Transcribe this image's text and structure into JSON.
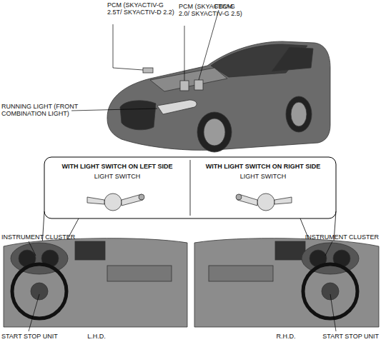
{
  "diagram": {
    "nodes": [
      {
        "text": [
          "WITH LIGHT SWITCH ON LEFT SIDE",
          "LIGHT SWITCH"
        ]
      },
      {
        "text": [
          "WITH LIGHT SWITCH ON RIGHT SIDE",
          "LIGHT SWITCH"
        ]
      }
    ],
    "labels": [
      "PCM (SKYACTIV-G 2.5T/ SKYACTIV-D 2.2)",
      "PCM (SKYACTIV-G 2.0/ SKYACTIV-G 2.5)",
      "FBCM",
      "RUNNING LIGHT (FRONT COMBINATION LIGHT)",
      "INSTRUMENT CLUSTER",
      "INSTRUMENT CLUSTER",
      "START STOP UNIT",
      "START STOP UNIT",
      "L.H.D.",
      "R.H.D."
    ]
  }
}
